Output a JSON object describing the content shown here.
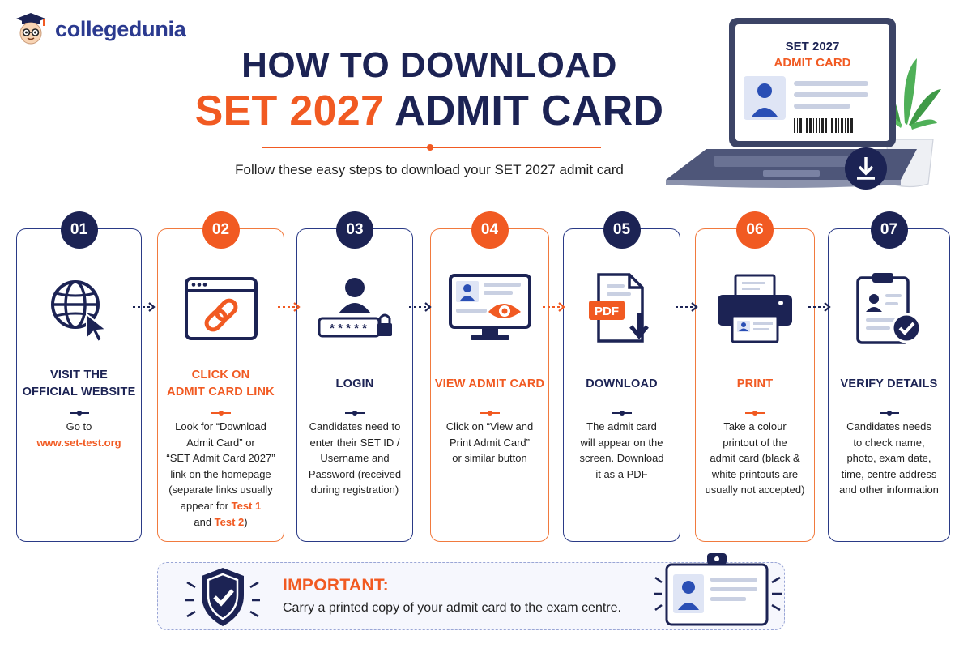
{
  "logo": {
    "text": "collegedunia"
  },
  "title": {
    "line1": "HOW TO DOWNLOAD",
    "line2_highlight": "SET 2027",
    "line2_rest": "ADMIT CARD"
  },
  "subtitle": "Follow these easy steps to download your SET 2027 admit card",
  "laptop": {
    "screen_line1": "SET 2027",
    "screen_line2": "ADMIT CARD"
  },
  "steps": [
    {
      "number": "01",
      "title_lines": [
        "VISIT THE",
        "OFFICIAL WEBSITE"
      ],
      "desc_lines": [
        "Go to"
      ],
      "link": "www.set-test.org",
      "icon": "globe-cursor-icon"
    },
    {
      "number": "02",
      "title_lines": [
        "CLICK ON",
        "ADMIT CARD LINK"
      ],
      "desc_lines": [
        "Look for “Download",
        "Admit Card” or",
        "“SET Admit Card 2027”",
        "link on the homepage",
        "(separate links usually"
      ],
      "desc_hl_line_pre": "appear for ",
      "desc_hl_1": "Test 1",
      "desc_hl_line2_pre": "and ",
      "desc_hl_2": "Test 2",
      "desc_hl_line2_post": ")",
      "icon": "browser-link-icon"
    },
    {
      "number": "03",
      "title_lines": [
        "LOGIN"
      ],
      "desc_lines": [
        "Candidates need to",
        "enter their SET ID /",
        "Username and",
        "Password (received",
        "during registration)"
      ],
      "password_mask": "* * * * *",
      "icon": "user-login-icon"
    },
    {
      "number": "04",
      "title_lines": [
        "VIEW ADMIT CARD"
      ],
      "desc_lines": [
        "Click on “View and",
        "Print Admit Card”",
        "or similar button"
      ],
      "icon": "monitor-view-icon"
    },
    {
      "number": "05",
      "title_lines": [
        "DOWNLOAD"
      ],
      "desc_lines": [
        "The admit card",
        "will appear on the",
        "screen. Download",
        "it as a PDF"
      ],
      "pdf_label": "PDF",
      "icon": "pdf-download-icon"
    },
    {
      "number": "06",
      "title_lines": [
        "PRINT"
      ],
      "desc_lines": [
        "Take a colour",
        "printout of the",
        "admit card (black &",
        "white printouts are",
        "usually not accepted)"
      ],
      "icon": "printer-icon"
    },
    {
      "number": "07",
      "title_lines": [
        "VERIFY DETAILS"
      ],
      "desc_lines": [
        "Candidates needs",
        "to check name,",
        "photo, exam date,",
        "time, centre address",
        "and other information"
      ],
      "icon": "clipboard-check-icon"
    }
  ],
  "important": {
    "title": "IMPORTANT:",
    "text": "Carry a printed copy of your admit card to the exam centre."
  },
  "colors": {
    "navy": "#1c2354",
    "orange": "#f15a22",
    "blue": "#2b3a8f"
  }
}
